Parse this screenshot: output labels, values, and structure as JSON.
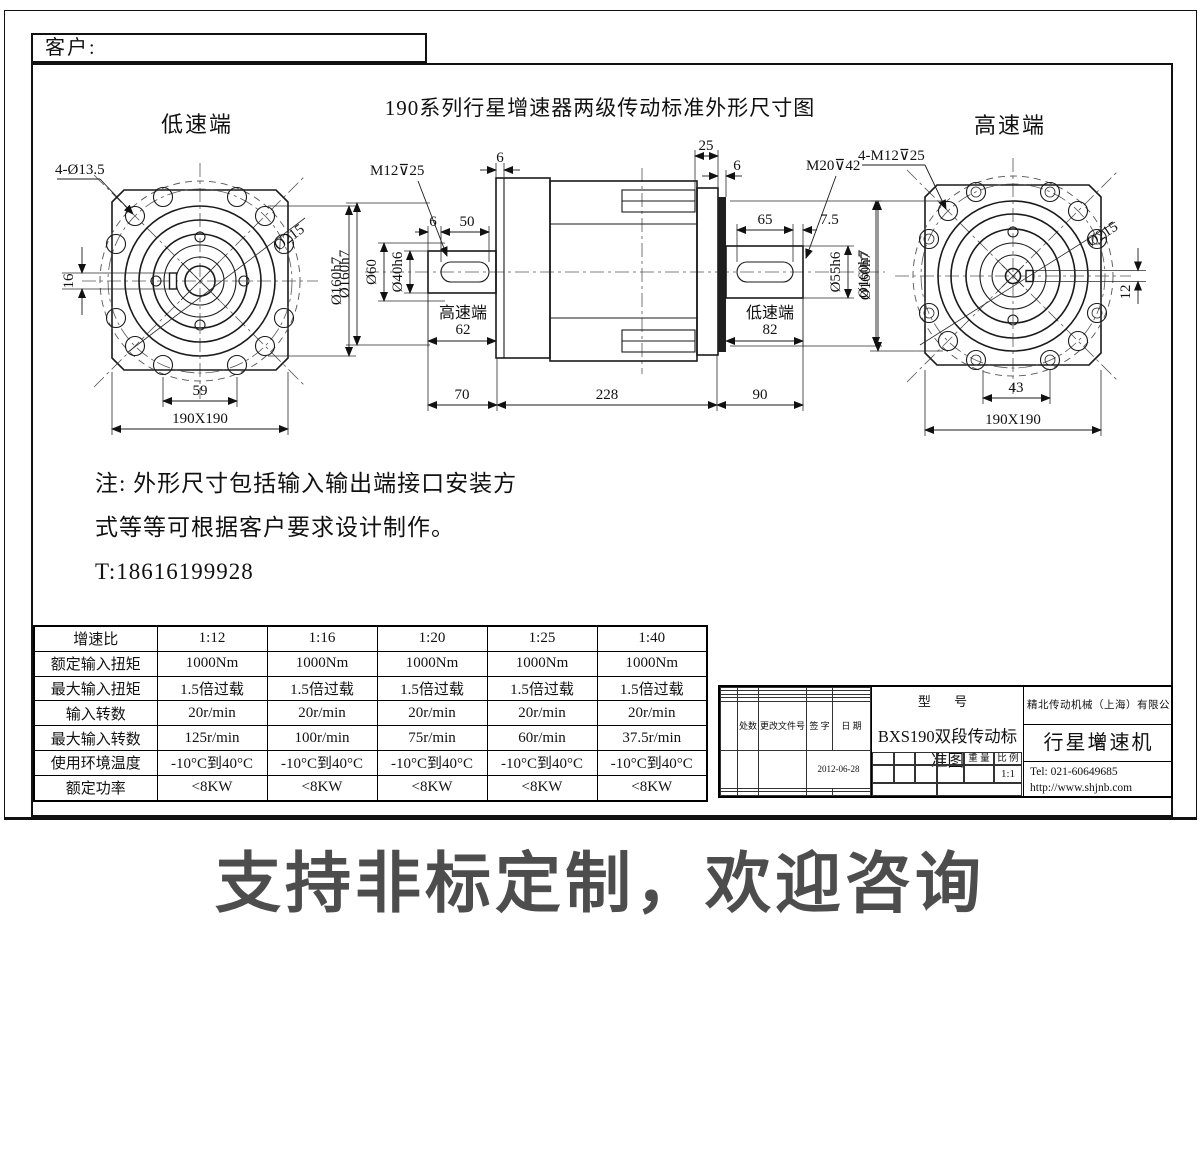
{
  "page": {
    "customer_label": "客户:",
    "title": "190系列行星增速器两级传动标准外形尺寸图",
    "banner": "支持非标定制，欢迎咨询",
    "note_line1": "注: 外形尺寸包括输入输出端接口安装方",
    "note_line2": "式等等可根据客户要求设计制作。",
    "note_line3": "T:18616199928"
  },
  "left_view": {
    "label": "低速端",
    "dim_corner_holes": "4-Ø13.5",
    "dim_outer_circle": "Ø215",
    "dim_spigot": "Ø160h7",
    "dim_keyway": "16",
    "dim_hole_pitch": "59",
    "dim_flange": "190X190"
  },
  "side_view": {
    "dim_tap_hs": "M12⊽25",
    "dim_plate_hs": "6",
    "dim_key_offset_hs": "6",
    "dim_key_len_hs": "50",
    "dim_boss_hs": "Ø60",
    "dim_shaft_hs": "Ø40h6",
    "dim_spigot_hs": "Ø160h7",
    "label_hs": "高速端",
    "dim_shaft_len_hs": "62",
    "dim_flange_offset_ls": "25",
    "dim_plate_ls": "6",
    "dim_tap_ls": "M20⊽42",
    "dim_key_len_ls": "65",
    "dim_key_end_ls": "7.5",
    "dim_shaft_ls": "Ø55h6",
    "dim_spigot_ls": "Ø160h7",
    "label_ls": "低速端",
    "dim_shaft_len_ls": "82",
    "dim_len_input": "70",
    "dim_len_body": "228",
    "dim_len_output": "90"
  },
  "right_view": {
    "label": "高速端",
    "dim_taps": "4-M12⊽25",
    "dim_outer_circle": "Ø215",
    "dim_spigot": "Ø160h7",
    "dim_keyway": "12",
    "dim_key_pitch": "43",
    "dim_flange": "190X190"
  },
  "spec_table": {
    "rows": [
      {
        "label": "增速比",
        "values": [
          "1:12",
          "1:16",
          "1:20",
          "1:25",
          "1:40"
        ]
      },
      {
        "label": "额定输入扭矩",
        "values": [
          "1000Nm",
          "1000Nm",
          "1000Nm",
          "1000Nm",
          "1000Nm"
        ]
      },
      {
        "label": "最大输入扭矩",
        "values": [
          "1.5倍过载",
          "1.5倍过载",
          "1.5倍过载",
          "1.5倍过载",
          "1.5倍过载"
        ]
      },
      {
        "label": "输入转数",
        "values": [
          "20r/min",
          "20r/min",
          "20r/min",
          "20r/min",
          "20r/min"
        ]
      },
      {
        "label": "最大输入转数",
        "values": [
          "125r/min",
          "100r/min",
          "75r/min",
          "60r/min",
          "37.5r/min"
        ]
      },
      {
        "label": "使用环境温度",
        "values": [
          "-10°C到40°C",
          "-10°C到40°C",
          "-10°C到40°C",
          "-10°C到40°C",
          "-10°C到40°C"
        ]
      },
      {
        "label": "额定功率",
        "values": [
          "<8KW",
          "<8KW",
          "<8KW",
          "<8KW",
          "<8KW"
        ]
      }
    ]
  },
  "title_block": {
    "model_label": "型  号",
    "model": "BXS190双段传动标准图",
    "company": "精北传动机械（上海）有限公司",
    "product": "行星增速机",
    "tel": "Tel: 021-60649685",
    "web": "http://www.shjnb.com",
    "weight_label": "重 量",
    "scale_label": "比 例",
    "scale_value": "1:1",
    "rev_headers": [
      "处数",
      "更改文件号",
      "签 字",
      "日 期"
    ],
    "date": "2012-06-28"
  }
}
